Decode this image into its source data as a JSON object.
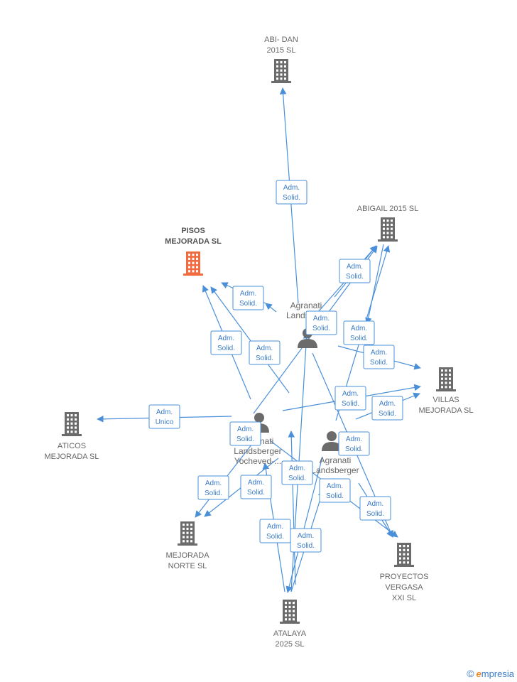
{
  "colors": {
    "edge": "#4a90d9",
    "company": "#6b6b6b",
    "company_main": "#f26a3d",
    "person": "#6b6b6b",
    "label_text": "#3a7cc8"
  },
  "companies": [
    {
      "id": "abidan",
      "lines": [
        "ABI- DAN",
        "2015 SL"
      ],
      "main": false,
      "icon": "building-icon"
    },
    {
      "id": "abigail",
      "lines": [
        "ABIGAIL 2015 SL"
      ],
      "main": false,
      "icon": "building-icon"
    },
    {
      "id": "pisos",
      "lines": [
        "PISOS",
        "MEJORADA SL"
      ],
      "main": true,
      "icon": "building-icon"
    },
    {
      "id": "villas",
      "lines": [
        "VILLAS",
        "MEJORADA SL"
      ],
      "main": false,
      "icon": "building-icon"
    },
    {
      "id": "aticos",
      "lines": [
        "ATICOS",
        "MEJORADA SL"
      ],
      "main": false,
      "icon": "building-icon"
    },
    {
      "id": "mejoradanorte",
      "lines": [
        "MEJORADA",
        "NORTE SL"
      ],
      "main": false,
      "icon": "building-icon"
    },
    {
      "id": "atalaya",
      "lines": [
        "ATALAYA",
        "2025 SL"
      ],
      "main": false,
      "icon": "building-icon"
    },
    {
      "id": "proyectos",
      "lines": [
        "PROYECTOS",
        "VERGASA",
        "XXI SL"
      ],
      "main": false,
      "icon": "building-icon"
    }
  ],
  "persons": [
    {
      "id": "p1",
      "lines": [
        "Agranati",
        "Landsbe..."
      ],
      "icon": "person-icon"
    },
    {
      "id": "p2",
      "lines": [
        "Agranati",
        "Landsberger",
        "Yocheved-..."
      ],
      "icon": "person-icon"
    },
    {
      "id": "p3",
      "lines": [
        "Agranati",
        "Landsberger"
      ],
      "icon": "person-icon"
    }
  ],
  "edge_labels": [
    [
      "Adm.",
      "Solid."
    ],
    [
      "Adm.",
      "Solid."
    ],
    [
      "Adm.",
      "Solid."
    ],
    [
      "Adm.",
      "Solid."
    ],
    [
      "Adm.",
      "Solid."
    ],
    [
      "Adm.",
      "Solid."
    ],
    [
      "Adm.",
      "Solid."
    ],
    [
      "Adm.",
      "Solid."
    ],
    [
      "Adm.",
      "Solid."
    ],
    [
      "Adm.",
      "Unico"
    ],
    [
      "Adm.",
      "Solid."
    ],
    [
      "Adm.",
      "Solid."
    ],
    [
      "Adm.",
      "Solid."
    ],
    [
      "Adm.",
      "Solid."
    ],
    [
      "Adm.",
      "Solid."
    ],
    [
      "Adm.",
      "Solid."
    ],
    [
      "Adm.",
      "Solid."
    ],
    [
      "Adm.",
      "Solid."
    ],
    [
      "Adm.",
      "Solid."
    ],
    [
      "Adm.",
      "Solid."
    ]
  ],
  "brand": {
    "symbol": "©",
    "first_letter": "e",
    "rest": "mpresia"
  }
}
